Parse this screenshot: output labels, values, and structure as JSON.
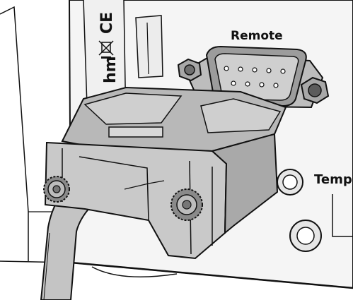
{
  "labels": {
    "port": "Remote",
    "secondary": "Temp"
  },
  "markings": {
    "vertical_text": "hm",
    "cert_mark": "CE"
  },
  "colors": {
    "device_panel": "#f4f4f4",
    "connector_body": "#c8c8c8",
    "connector_top": "#b4b4b4",
    "port_shell": "#9a9a9a",
    "outline": "#111111"
  },
  "icons": [
    "weee-bin-icon",
    "ce-mark-icon",
    "thumbscrew-icon",
    "hex-nut-icon",
    "socket-icon"
  ]
}
